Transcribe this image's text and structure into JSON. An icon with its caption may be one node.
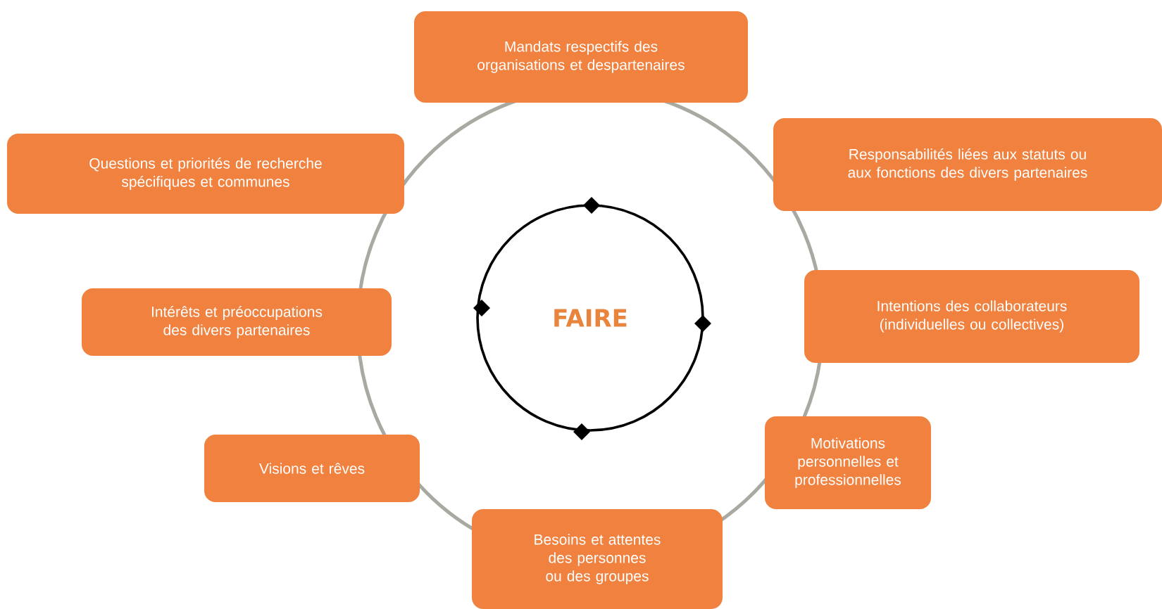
{
  "diagram": {
    "nodes": [
      {
        "text": [
          "Mandats respectifs des organisations et despartenaires"
        ]
      },
      {
        "text": [
          "Responsabilités liées aux statuts ou aux fonctions des divers partenaires"
        ]
      },
      {
        "text": [
          "Questions et priorités de recherche spécifiques et communes"
        ]
      },
      {
        "text": [
          "FAIRE"
        ]
      },
      {
        "text": [
          "Intentions des collaborateurs (individuelles ou collectives)"
        ]
      },
      {
        "text": [
          "Intérêts et préoccupations des divers partenaires"
        ]
      },
      {
        "text": [
          "Motivations personnelles et professionnelles"
        ]
      },
      {
        "text": [
          "Visions et rêves"
        ]
      },
      {
        "text": [
          "Besoins et attentes des personnes ou des groupes"
        ]
      }
    ]
  }
}
